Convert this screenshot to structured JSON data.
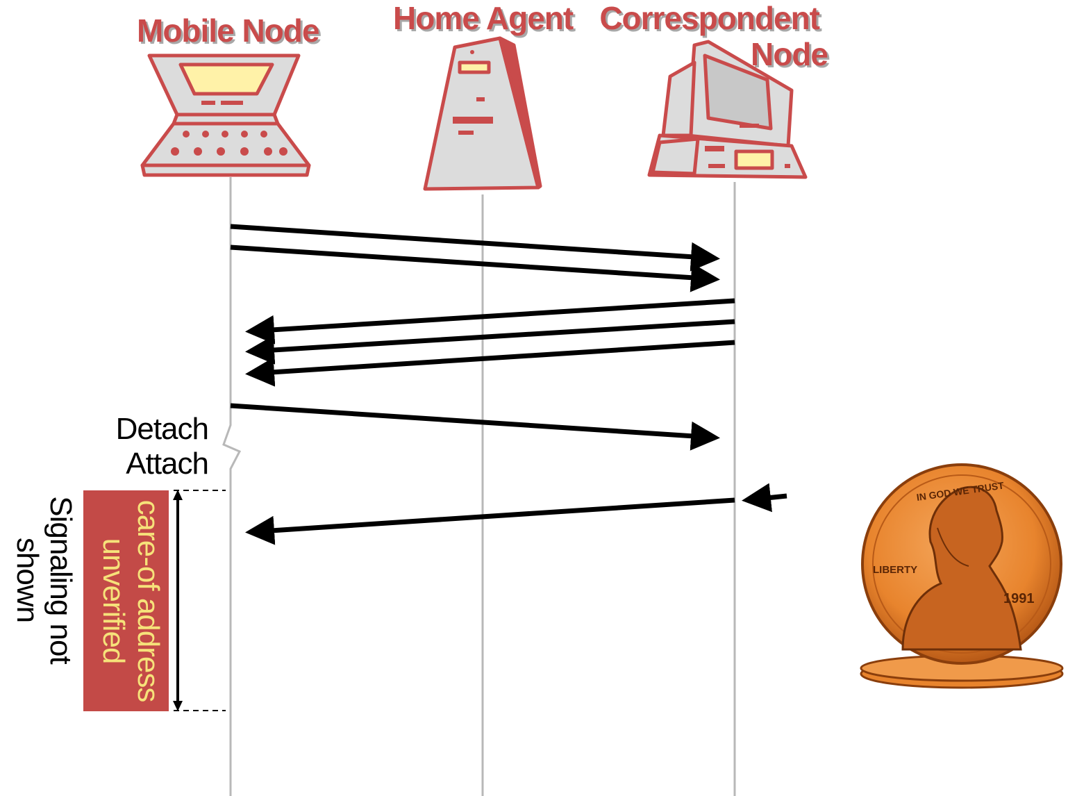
{
  "nodes": {
    "mobile_node": "Mobile Node",
    "home_agent": "Home Agent",
    "correspondent_node": [
      "Correspondent",
      "Node"
    ]
  },
  "events": {
    "detach": "Detach",
    "attach": "Attach"
  },
  "annotations": {
    "unverified_box": [
      "care-of address",
      "unverified"
    ],
    "signaling_note": [
      "Signaling not",
      "shown"
    ]
  },
  "coin": {
    "motto": "IN GOD WE TRUST",
    "inscription": "LIBERTY",
    "year": "1991"
  },
  "colors": {
    "accent": "#c94b4b",
    "box_fill": "#c34a47",
    "box_text": "#f6e27a",
    "lifeline": "#b8b8b8",
    "device_body": "#dcdcdc",
    "screen": "#fff2a8",
    "coin": "#e8842d"
  },
  "messages": [
    {
      "from": "Mobile Node",
      "to": "Correspondent Node"
    },
    {
      "from": "Mobile Node",
      "to": "Correspondent Node"
    },
    {
      "from": "Correspondent Node",
      "to": "Mobile Node"
    },
    {
      "from": "Correspondent Node",
      "to": "Mobile Node"
    },
    {
      "from": "Correspondent Node",
      "to": "Mobile Node"
    },
    {
      "from": "Mobile Node",
      "to": "Correspondent Node"
    },
    {
      "from": "Correspondent Node",
      "to": "Mobile Node"
    }
  ]
}
